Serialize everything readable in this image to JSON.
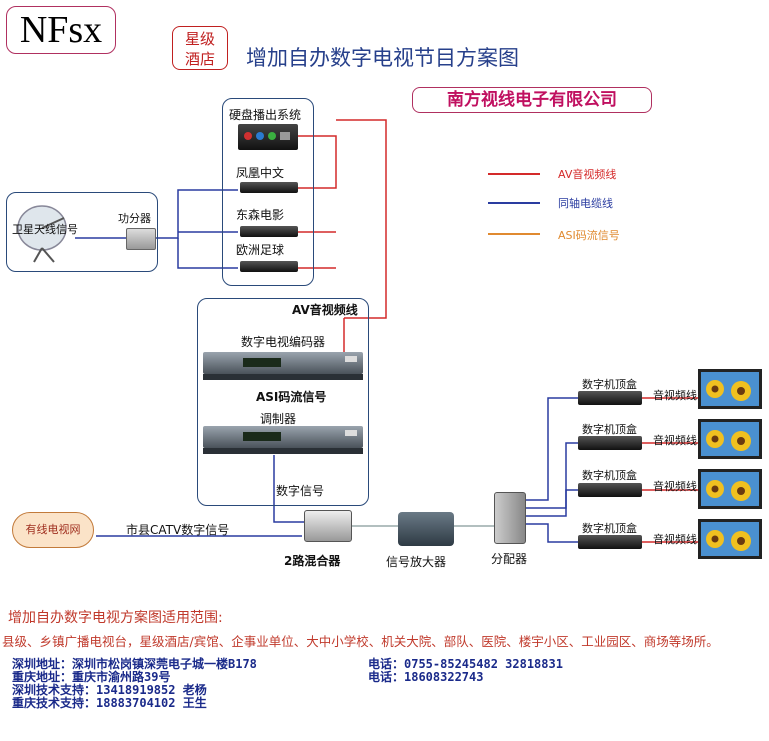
{
  "header": {
    "logo": "NFsx",
    "badge_line1": "星级",
    "badge_line2": "酒店",
    "title": "增加自办数字电视节目方案图",
    "company": "南方视线电子有限公司"
  },
  "sources": {
    "disk_system": "硬盘播出系统",
    "channels": [
      "凤凰中文",
      "东森电影",
      "欧洲足球"
    ],
    "satellite": "卫星天线信号",
    "splitter": "功分器"
  },
  "legend": [
    {
      "label": "AV音视频线",
      "color": "#d42a2a"
    },
    {
      "label": "同轴电缆线",
      "color": "#2a3ca0"
    },
    {
      "label": "ASI码流信号",
      "color": "#e08a30"
    }
  ],
  "headend": {
    "av_label": "AV音视频线",
    "encoder": "数字电视编码器",
    "asi_label": "ASI码流信号",
    "modulator": "调制器",
    "digital_signal": "数字信号"
  },
  "distribution": {
    "cable_net": "有线电视网",
    "catv_label": "市县CATV数字信号",
    "mixer": "2路混合器",
    "amplifier": "信号放大器",
    "distributor": "分配器",
    "stb": "数字机顶盒",
    "av_line": "音视频线"
  },
  "scope": {
    "heading": "增加自办数字电视方案图适用范围:",
    "text": "县级、乡镇广播电视台，星级酒店/宾馆、企事业单位、大中小学校、机关大院、部队、医院、楼宇小区、工业园区、商场等场所。"
  },
  "contacts": [
    {
      "left": "深圳地址：深圳市松岗镇深莞电子城一楼B178",
      "right": "电话：0755-85245482  32818831"
    },
    {
      "left": "重庆地址：重庆市渝州路39号",
      "right": "电话：18608322743"
    },
    {
      "left": "深圳技术支持：13418919852  老杨",
      "right": ""
    },
    {
      "left": "重庆技术支持：18883704102  王生",
      "right": ""
    }
  ]
}
